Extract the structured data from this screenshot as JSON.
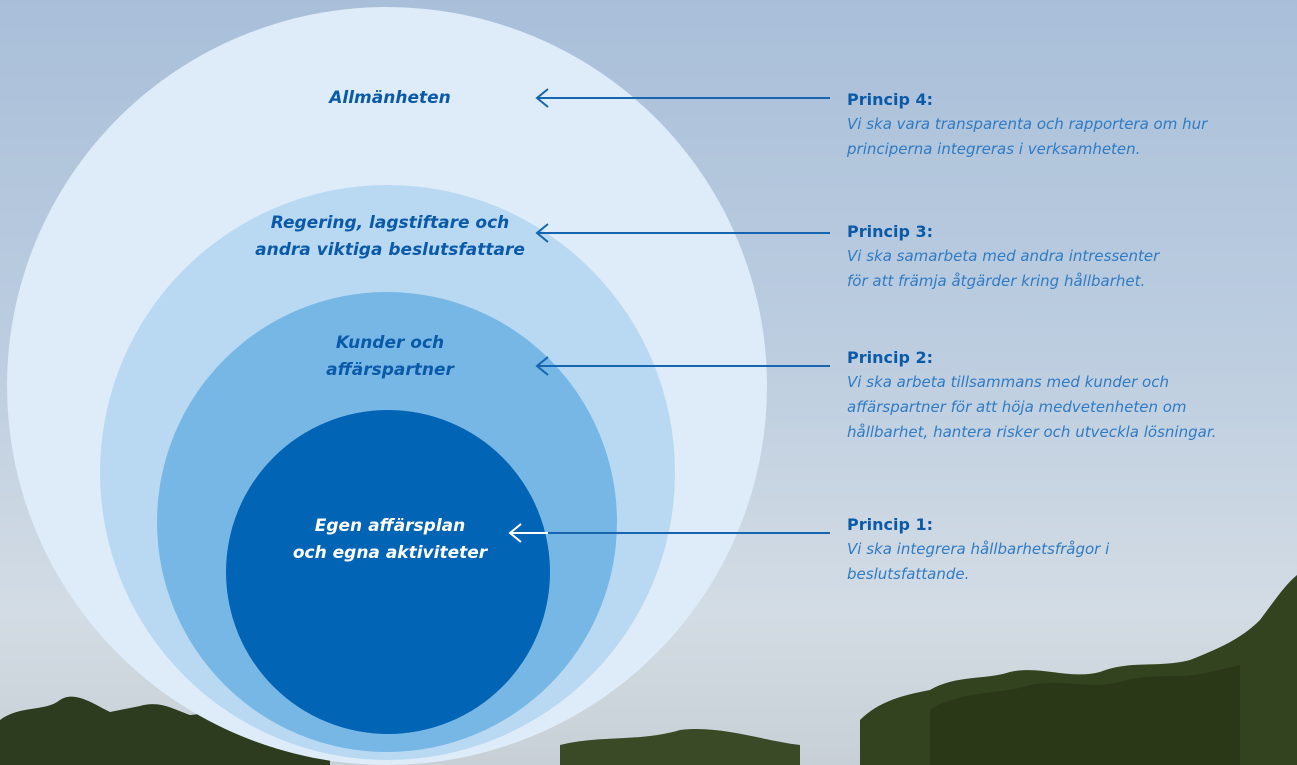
{
  "circles": [
    {
      "id": "c1",
      "label": "Egen affärsplan\noch egna aktiviteter"
    },
    {
      "id": "c2",
      "label": "Kunder och\naffärspartner"
    },
    {
      "id": "c3",
      "label": "Regering, lagstiftare och\nandra viktiga beslutsfattare"
    },
    {
      "id": "c4",
      "label": "Allmänheten"
    }
  ],
  "labels": {
    "allmanheten": "Allmänheten",
    "regering_1": "Regering, lagstiftare och",
    "regering_2": "andra viktiga beslutsfattare",
    "kunder_1": "Kunder och",
    "kunder_2": "affärspartner",
    "egen_1": "Egen affärsplan",
    "egen_2": "och egna aktiviteter"
  },
  "principles": {
    "p4": {
      "title": "Princip 4:",
      "text": "Vi ska vara transparenta och rapportera om hur\nprinciperna integreras i verksamheten."
    },
    "p3": {
      "title": "Princip 3:",
      "text": "Vi ska samarbeta med andra intressenter\nför att främja åtgärder kring hållbarhet."
    },
    "p2": {
      "title": "Princip 2:",
      "text": "Vi ska arbeta tillsammans med kunder och\naffärspartner för att höja medvetenheten om\nhållbarhet, hantera risker och utveckla lösningar."
    },
    "p1": {
      "title": "Princip 1:",
      "text": "Vi ska integrera hållbarhetsfrågor i\nbeslutsfattande."
    }
  },
  "colors": {
    "outer_circle": "#ddecf8",
    "second_circle": "#b9d9f2",
    "third_circle": "#77b7e6",
    "inner_circle": "#0264b4",
    "label_blue": "#0a5aa8",
    "arrow_blue": "#1565b0",
    "arrow_white": "#ffffff"
  }
}
